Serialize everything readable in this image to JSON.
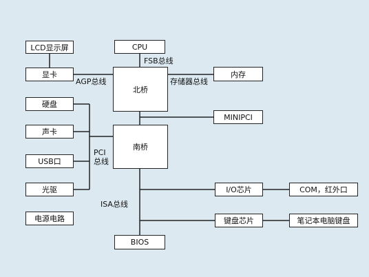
{
  "nodes": {
    "lcd": "LCD显示屏",
    "gpu": "显卡",
    "hdd": "硬盘",
    "sound": "声卡",
    "usb": "USB口",
    "optical": "光驱",
    "power": "电源电路",
    "cpu": "CPU",
    "northbridge": "北桥",
    "southbridge": "南桥",
    "memory": "内存",
    "minipci": "MINIPCI",
    "bios": "BIOS",
    "io_chip": "I/O芯片",
    "com": "COM，红外口",
    "kb_chip": "键盘芯片",
    "kb": "笔记本电脑键盘"
  },
  "buses": {
    "fsb": "FSB总线",
    "agp": "AGP总线",
    "mem": "存储器总线",
    "pci_1": "PCI",
    "pci_2": "总线",
    "isa": "ISA总线"
  }
}
